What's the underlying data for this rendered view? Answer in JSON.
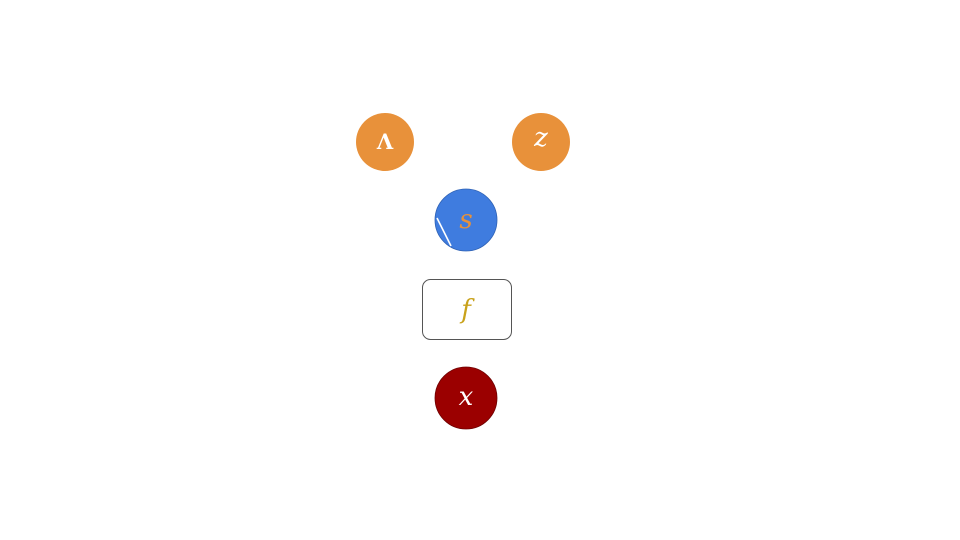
{
  "nodes": {
    "lambda": {
      "label": "Λ",
      "fill": "#E8913A",
      "text_color": "#FFFFFF"
    },
    "z": {
      "label": "z",
      "fill": "#E8913A",
      "text_color": "#FFFFFF"
    },
    "s": {
      "label": "s",
      "fill": "#3F7CDF",
      "text_color": "#E8913A"
    },
    "f": {
      "label": "f",
      "fill": "#FFFFFF",
      "stroke": "#555555",
      "text_color": "#C9A21B"
    },
    "x": {
      "label": "x",
      "fill": "#9B0000",
      "text_color": "#FFFFFF"
    }
  },
  "edge_color": "#FFFFFF"
}
